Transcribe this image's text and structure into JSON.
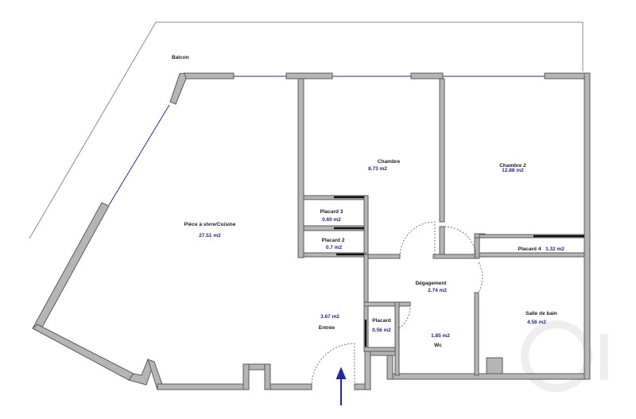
{
  "rooms": {
    "balcon": {
      "label": "Balcon"
    },
    "piece_a_vivre": {
      "label": "Pièce à vivre/Cuisine",
      "area": "27.51 m2"
    },
    "chambre": {
      "label": "Chambre",
      "area": "8.73 m2"
    },
    "chambre_2": {
      "label": "Chambre 2",
      "area": "12.88 m2"
    },
    "placard_3": {
      "label": "Placard 3",
      "area": "0.60 m2"
    },
    "placard_2": {
      "label": "Placard 2",
      "area": "0.7 m2"
    },
    "placard_4": {
      "label": "Placard 4",
      "area": "1.32 m2"
    },
    "degagement": {
      "label": "Dégagement",
      "area": "2.74 m2"
    },
    "salle_de_bain": {
      "label": "Salle de bain",
      "area": "4.56 m2"
    },
    "entree": {
      "label": "Entrée",
      "area": "3.67 m2"
    },
    "placard": {
      "label": "Placard",
      "area": "0.56 m2"
    },
    "wc": {
      "label": "Wc",
      "area": "1.85 m2"
    }
  },
  "colors": {
    "wall": "#b5b5b5",
    "window": "#2b2b8a",
    "area_text": "#1f2a80",
    "entrance_arrow": "#1f2a9a"
  },
  "icons": {
    "entrance": "entrance-arrow-icon",
    "watermark": "agency-logo-watermark"
  }
}
